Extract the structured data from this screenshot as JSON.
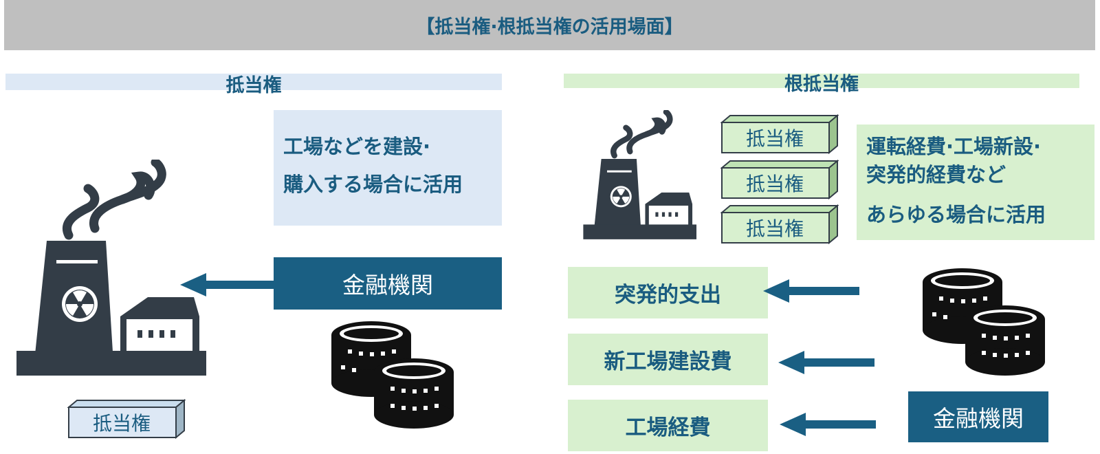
{
  "title": "【抵当権·根抵当権の活用場面】",
  "left": {
    "heading": "抵当権",
    "description_lines": [
      "工場などを建設·",
      "購入する場合に活用"
    ],
    "bank_label": "金融機関",
    "block_label": "抵当権"
  },
  "right": {
    "heading": "根抵当権",
    "description_lines": [
      "運転経費·工場新設·",
      "突発的経費など",
      "あらゆる場合に活用"
    ],
    "blocks": [
      "抵当権",
      "抵当権",
      "抵当権"
    ],
    "expenses": [
      "突発的支出",
      "新工場建設費",
      "工場経費"
    ],
    "bank_label": "金融機関"
  },
  "icons": [
    "factory-icon",
    "coin-stack-icon",
    "arrow-left-icon",
    "block-icon"
  ],
  "colors": {
    "title_bg": "#bfbfbf",
    "navy": "#1a5f83",
    "light_blue": "#dde8f5",
    "light_green": "#d8f0cf",
    "icon_dark": "#333d47"
  }
}
